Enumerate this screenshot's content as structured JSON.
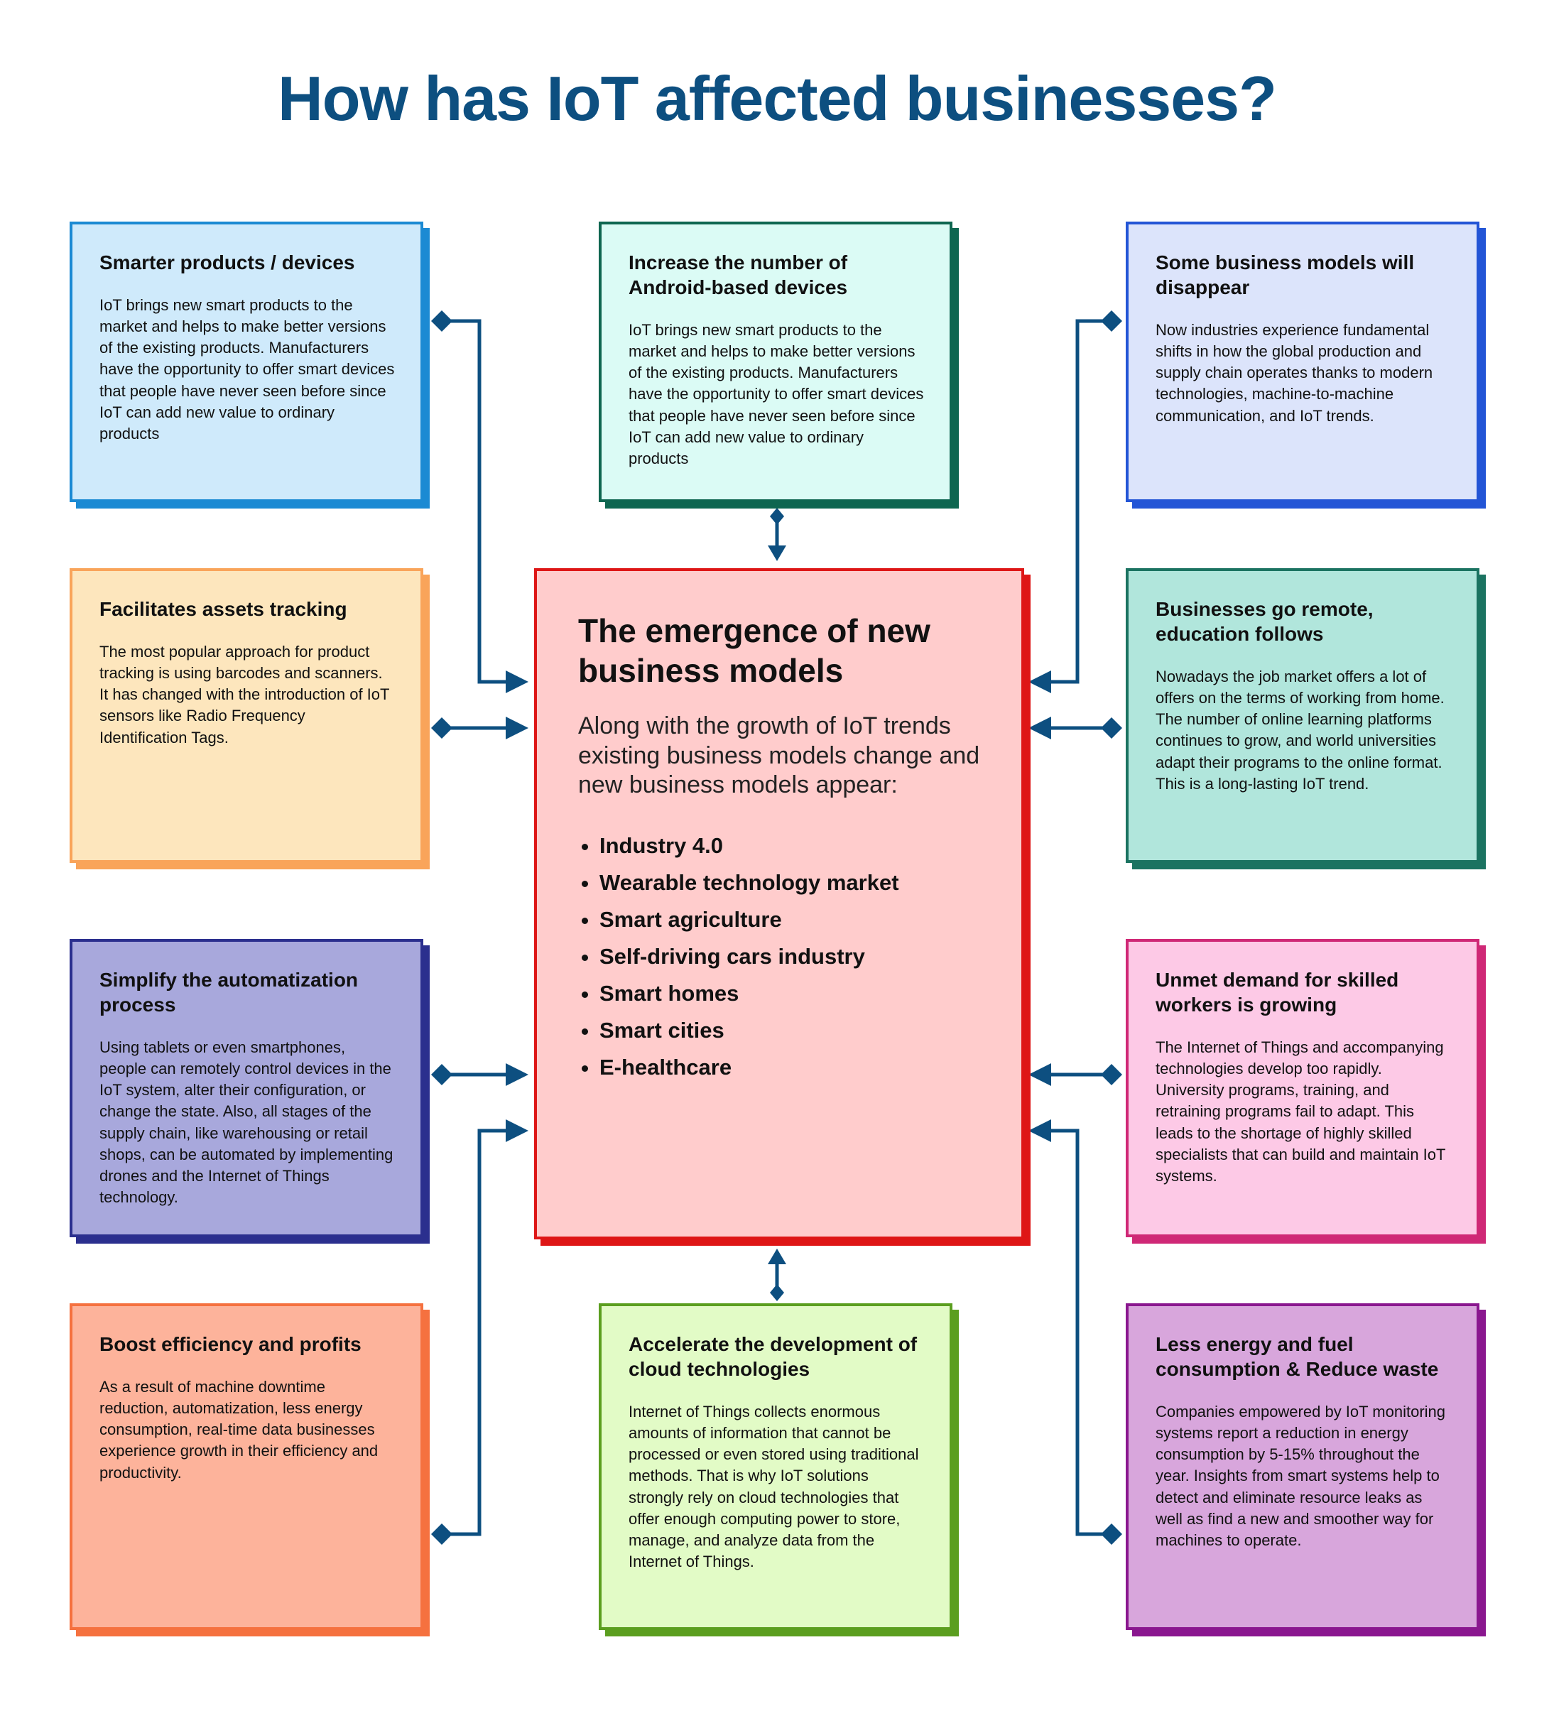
{
  "title": "How has IoT affected businesses?",
  "colors": {
    "title": "#0d4f80",
    "connector": "#0d4f80",
    "center_fill": "#ffcccc",
    "center_border": "#de1616"
  },
  "center": {
    "title": "The emergence of new business models",
    "lead": "Along with the growth of IoT trends existing business models change and new business models appear:",
    "items": [
      "Industry 4.0",
      "Wearable technology market",
      "Smart agriculture",
      "Self-driving cars industry",
      "Smart homes",
      "Smart cities",
      "E-healthcare"
    ]
  },
  "cards": [
    {
      "key": "smarter-products",
      "title": "Smarter products / devices",
      "text": "IoT brings new smart products to the market and helps to make better versions of the existing products. Manufacturers have the opportunity to offer smart devices that people have never seen before since IoT can add new value to ordinary products",
      "fill": "#cfeafb",
      "border": "#1b8ad3"
    },
    {
      "key": "android-devices",
      "title": "Increase the number of Android-based devices",
      "text": "IoT brings new smart products to the market and helps to make better versions of the existing products. Manufacturers have the opportunity to offer smart devices that people have never seen before since IoT can add new value to ordinary products",
      "fill": "#dbfbf5",
      "border": "#0e6650"
    },
    {
      "key": "business-models-disappear",
      "title": "Some business models will disappear",
      "text": "Now industries experience fundamental shifts in how the global production and supply chain operates thanks to modern technologies, machine-to-machine communication, and IoT trends.",
      "fill": "#dce4fb",
      "border": "#2355d6"
    },
    {
      "key": "assets-tracking",
      "title": "Facilitates assets tracking",
      "text": "The most popular approach for product tracking is using barcodes and scanners. It has changed with the introduction of IoT sensors like Radio Frequency Identification Tags.",
      "fill": "#fde6bd",
      "border": "#f9a45a"
    },
    {
      "key": "go-remote",
      "title": "Businesses go remote, education follows",
      "text": "Nowadays the job market offers a lot of offers on the terms of working from home. The number of online learning platforms continues to grow, and world universities adapt their programs to the online format. This is a long-lasting IoT trend.",
      "fill": "#b1e6dc",
      "border": "#1b7361"
    },
    {
      "key": "automatization",
      "title": "Simplify the automatization process",
      "text": "Using tablets or even smartphones, people can remotely control devices in the IoT system, alter their configuration, or change the state. Also, all stages of the supply chain, like warehousing or retail shops, can be automated by implementing drones and the Internet of Things technology.",
      "fill": "#a8a8dc",
      "border": "#2b2f8e"
    },
    {
      "key": "skilled-workers",
      "title": "Unmet demand for skilled workers is growing",
      "text": "The Internet of Things and accompanying technologies develop too rapidly. University programs, training, and retraining programs fail to adapt. This leads to the shortage of highly skilled specialists that can build and maintain IoT systems.",
      "fill": "#fdc9e6",
      "border": "#cf2876"
    },
    {
      "key": "efficiency",
      "title": "Boost efficiency and profits",
      "text": "As a result of machine downtime reduction, automatization, less energy consumption, real-time data businesses experience growth in their efficiency and productivity.",
      "fill": "#fdb39b",
      "border": "#f5713f"
    },
    {
      "key": "cloud",
      "title": "Accelerate the development of cloud technologies",
      "text": "Internet of Things collects enormous amounts of information that cannot be processed or even stored using traditional methods. That is why IoT solutions strongly rely on cloud technologies that offer enough computing power to store, manage, and analyze data from the Internet of Things.",
      "fill": "#e2fbc6",
      "border": "#5b9e1f"
    },
    {
      "key": "energy",
      "title": "Less energy and fuel consumption  & Reduce waste",
      "text": "Companies empowered by IoT monitoring systems report a reduction in energy consumption by 5-15% throughout the year. Insights from smart systems help to detect and eliminate resource leaks as well as find a new and smoother way for machines to operate.",
      "fill": "#d8a6dc",
      "border": "#8a178f"
    }
  ]
}
